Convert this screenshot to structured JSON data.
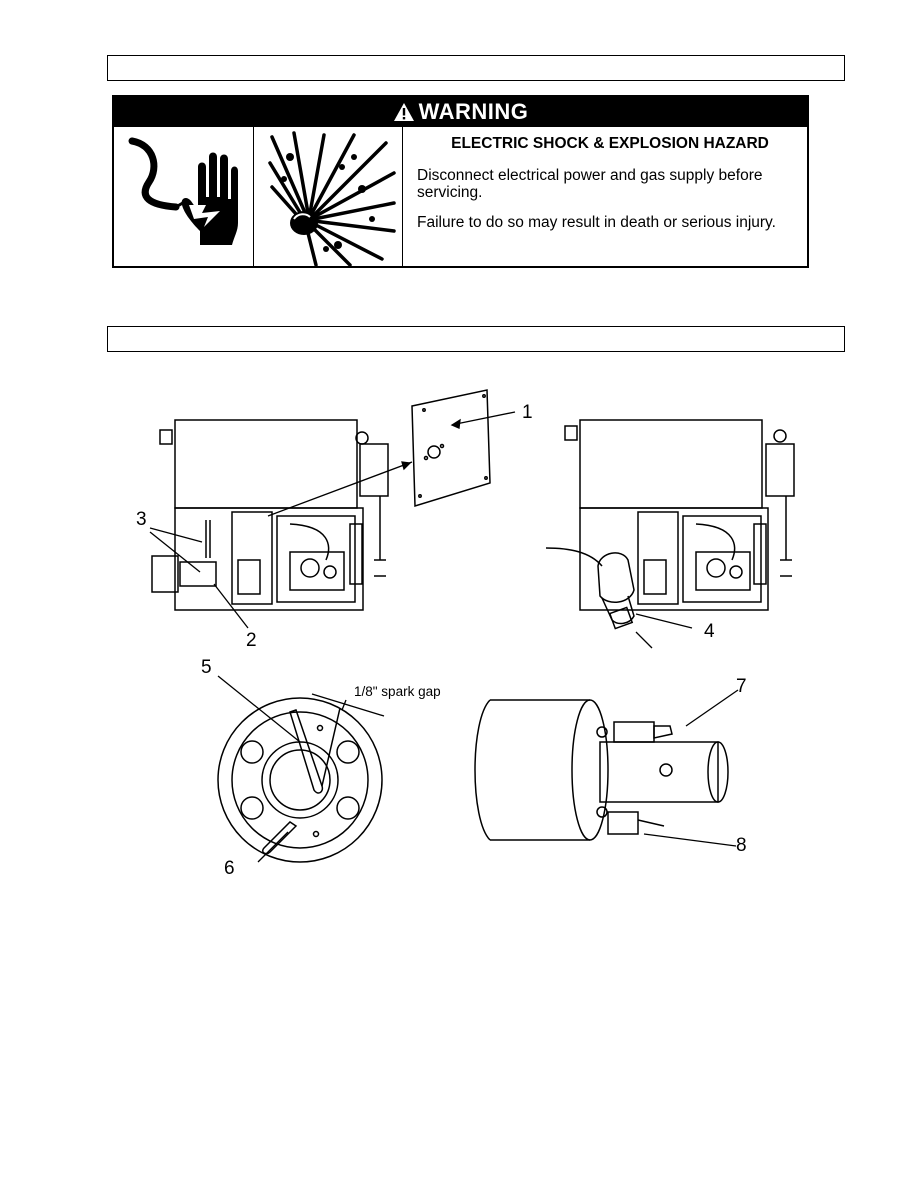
{
  "header_bars": [
    "",
    ""
  ],
  "warning": {
    "banner": "WARNING",
    "hazard_title": "ELECTRIC SHOCK & EXPLOSION HAZARD",
    "line1": "Disconnect electrical power and gas supply before servicing.",
    "line2": "Failure to do so may result in death or serious injury.",
    "icons": [
      "electric-shock-hand-icon",
      "explosion-icon"
    ]
  },
  "figure": {
    "callouts": [
      "1",
      "2",
      "3",
      "4",
      "5",
      "6",
      "7",
      "8"
    ],
    "spark_gap_label": "1/8\" spark gap"
  }
}
